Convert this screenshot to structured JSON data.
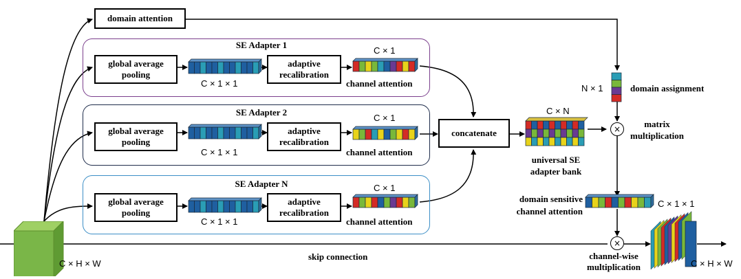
{
  "domain_attention": "domain attention",
  "adapters": [
    {
      "title": "SE Adapter 1",
      "gap": "global average pooling",
      "recal": "adaptive recalibration",
      "pooled_dim": "C × 1 × 1",
      "att_dim": "C × 1",
      "att_label": "channel attention"
    },
    {
      "title": "SE Adapter 2",
      "gap": "global average pooling",
      "recal": "adaptive recalibration",
      "pooled_dim": "C × 1 × 1",
      "att_dim": "C × 1",
      "att_label": "channel attention"
    },
    {
      "title": "SE Adapter N",
      "gap": "global average pooling",
      "recal": "adaptive recalibration",
      "pooled_dim": "C × 1 × 1",
      "att_dim": "C × 1",
      "att_label": "channel attention"
    }
  ],
  "concatenate": "concatenate",
  "bank_dim": "C × N",
  "bank_label": "universal SE adapter bank",
  "assign_dim": "N × 1",
  "assign_label": "domain assignment",
  "matrix_mult": "matrix multiplication",
  "sensitive_label": "domain sensitive channel attention",
  "sensitive_dim": "C × 1 × 1",
  "skip": "skip connection",
  "input_dim": "C × H × W",
  "channel_mult": "channel-wise multiplication",
  "output_dim": "C × H × W",
  "times_symbol": "×",
  "colors": {
    "cube_green": "#7ab648",
    "adapter1_border": "#7a3e8c",
    "adapter2_border": "#1d2b4a",
    "adapterN_border": "#3b8ec6",
    "cell_blue": "#1f5fa0",
    "cell_teal": "#2a9db5",
    "cell_red": "#d42b25",
    "cell_yellow": "#e8d31a",
    "cell_green": "#79b83a",
    "cell_purple": "#6a3a92"
  }
}
